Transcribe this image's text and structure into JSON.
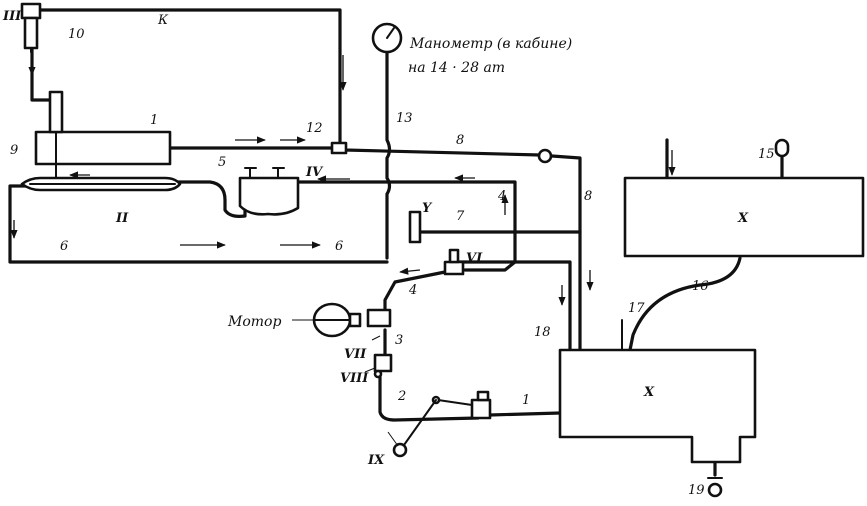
{
  "labels": {
    "I": "1",
    "II": "II",
    "III": "III",
    "IV": "IV",
    "V": "Y",
    "VI": "VI",
    "VII": "VII",
    "VIII": "VIII",
    "IX": "IX",
    "X_upper": "X",
    "X_lower": "X",
    "n1": "1",
    "n2": "2",
    "n3": "3",
    "n4a": "4",
    "n4b": "4",
    "n5": "5",
    "n6a": "6",
    "n6b": "6",
    "n7": "7",
    "n8a": "8",
    "n8b": "8",
    "n9": "9",
    "n10": "10",
    "n11": "К",
    "n12": "12",
    "n13": "13",
    "n15": "15",
    "n16": "16",
    "n17": "17",
    "n18": "18",
    "n19": "19"
  },
  "notes": {
    "gauge_line1": "Манометр (в кабине)",
    "gauge_line2": "на 14 · 28 ат",
    "motor": "Мотор"
  }
}
